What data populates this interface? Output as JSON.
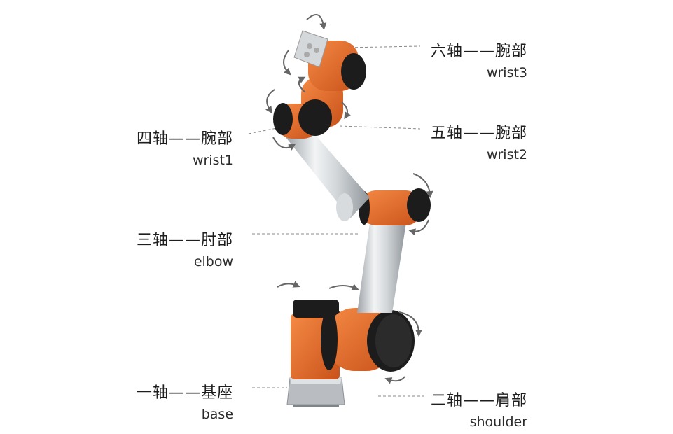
{
  "joints": [
    {
      "id": "j6",
      "zh": "六轴——腕部",
      "en": "wrist3"
    },
    {
      "id": "j5",
      "zh": "五轴——腕部",
      "en": "wrist2"
    },
    {
      "id": "j4",
      "zh": "四轴——腕部",
      "en": "wrist1"
    },
    {
      "id": "j3",
      "zh": "三轴——肘部",
      "en": "elbow"
    },
    {
      "id": "j1",
      "zh": "一轴——基座",
      "en": "base"
    },
    {
      "id": "j2",
      "zh": "二轴——肩部",
      "en": "shoulder"
    }
  ],
  "colors": {
    "orange": "#e86a2c",
    "orange_dark": "#c4521b",
    "black_cap": "#1c1c1c",
    "aluminum": "#c9cdd1",
    "arrow": "#666666",
    "leader": "#777777"
  }
}
